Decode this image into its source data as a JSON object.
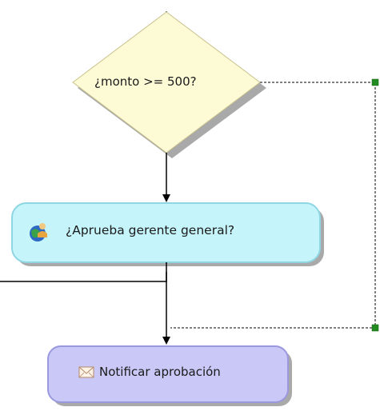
{
  "diagram": {
    "decision": {
      "label": "¿monto >= 500?",
      "fill": "#fdfbd6",
      "stroke": "#c9c08a"
    },
    "approval_task": {
      "label": "¿Aprueba gerente general?",
      "icon": "globe-person-icon",
      "fill": "#c5f4fb",
      "stroke": "#8fd6e3"
    },
    "notify_task": {
      "label": "Notificar aprobación",
      "icon": "envelope-icon",
      "fill": "#c9c8f6",
      "stroke": "#9a98df"
    },
    "colors": {
      "connector": "#000000",
      "connection_handle": "#228b22",
      "shadow": "#a9a9a9"
    }
  }
}
